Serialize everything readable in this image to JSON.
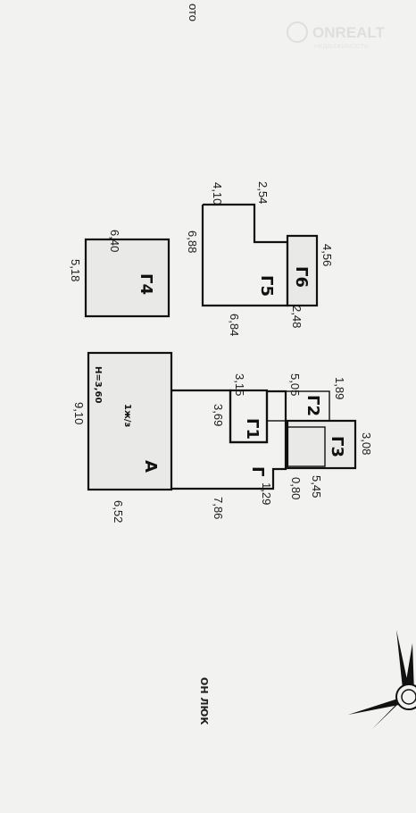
{
  "corner_text": "ото",
  "watermark": {
    "brand": "ONREALT",
    "tagline": "НЕДВИЖИМОСТЬ"
  },
  "buildings": {
    "g4": {
      "label": "Г4",
      "top": "6,40",
      "left": "5,18"
    },
    "g5": {
      "label": "Г5",
      "top": "4,10",
      "step": "2,54",
      "left": "6,88",
      "bottom": "6,84"
    },
    "g6": {
      "label": "Г6",
      "right": "4,56",
      "bottom": "2,48"
    },
    "a": {
      "label": "А",
      "floors": "1ж/з",
      "height": "Н=3,60",
      "left": "9,10",
      "bottom": "6,52"
    },
    "g": {
      "label": "Г",
      "bottom": "7,86"
    },
    "g1": {
      "label": "Г1",
      "top": "3,15",
      "left": "3,69"
    },
    "g2": {
      "label": "Г2",
      "top": "5,05",
      "right": "1,89"
    },
    "g3": {
      "label": "Г3",
      "right": "3,08",
      "bottom": "5,45"
    },
    "extra": {
      "d1": "1,29",
      "d2": "0,80"
    }
  },
  "street_label": "ОН ЛЮК",
  "compass": {
    "icon": "compass-rose-icon"
  }
}
